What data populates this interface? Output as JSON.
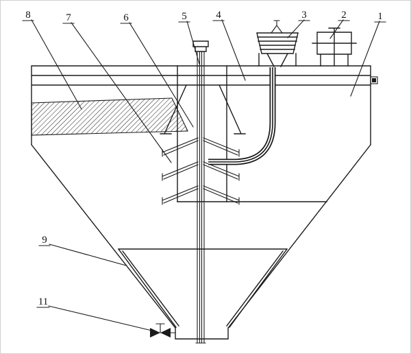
{
  "figure": {
    "callouts": [
      {
        "text": "8"
      },
      {
        "text": "7"
      },
      {
        "text": "6"
      },
      {
        "text": "5"
      },
      {
        "text": "4"
      },
      {
        "text": "3"
      },
      {
        "text": "2"
      },
      {
        "text": "1"
      },
      {
        "text": "9"
      },
      {
        "text": "11"
      }
    ],
    "colors": {
      "line": "#1a1a1a",
      "background": "#ffffff",
      "frame": "#cfcfcf"
    }
  }
}
